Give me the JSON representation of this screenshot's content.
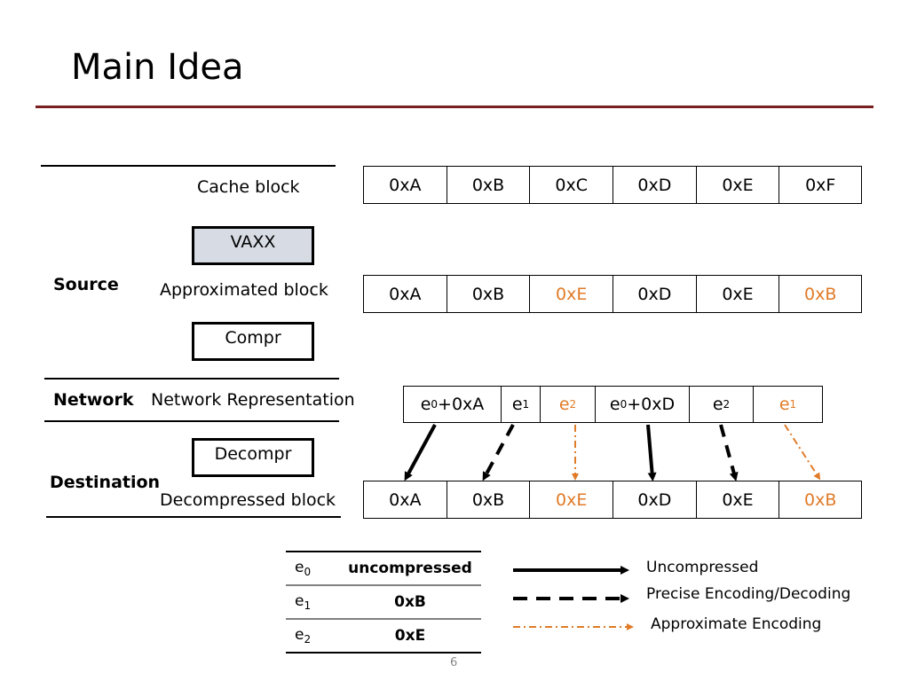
{
  "slide": {
    "title": "Main Idea",
    "page_number": "6"
  },
  "sections": {
    "source": "Source",
    "network": "Network",
    "destination": "Destination"
  },
  "rows": {
    "cache_block": {
      "label": "Cache block",
      "cells": [
        "0xA",
        "0xB",
        "0xC",
        "0xD",
        "0xE",
        "0xF"
      ]
    },
    "approximated_block": {
      "label": "Approximated block",
      "cells": [
        "0xA",
        "0xB",
        "0xE",
        "0xD",
        "0xE",
        "0xB"
      ],
      "orange": [
        false,
        false,
        true,
        false,
        false,
        true
      ]
    },
    "network_representation": {
      "label": "Network Representation",
      "cells": [
        {
          "e": "e",
          "sub": "0",
          "rest": "+0xA"
        },
        {
          "e": "e",
          "sub": "1",
          "rest": ""
        },
        {
          "e": "e",
          "sub": "2",
          "rest": ""
        },
        {
          "e": "e",
          "sub": "0",
          "rest": "+0xD"
        },
        {
          "e": "e",
          "sub": "2",
          "rest": ""
        },
        {
          "e": "e",
          "sub": "1",
          "rest": ""
        }
      ]
    },
    "decompressed_block": {
      "label": "Decompressed block",
      "cells": [
        "0xA",
        "0xB",
        "0xE",
        "0xD",
        "0xE",
        "0xB"
      ]
    }
  },
  "steps": {
    "vaxx": "VAXX",
    "compr": "Compr",
    "decompr": "Decompr"
  },
  "legend_table": [
    {
      "key": "e",
      "sub": "0",
      "value": "uncompressed"
    },
    {
      "key": "e",
      "sub": "1",
      "value": "0xB"
    },
    {
      "key": "e",
      "sub": "2",
      "value": "0xE"
    }
  ],
  "arrow_legend": {
    "uncompressed": "Uncompressed",
    "precise": "Precise Encoding/Decoding",
    "approximate": "Approximate Encoding"
  },
  "colors": {
    "accent_orange": "#e07b28",
    "title_rule": "#7a1f1f"
  }
}
